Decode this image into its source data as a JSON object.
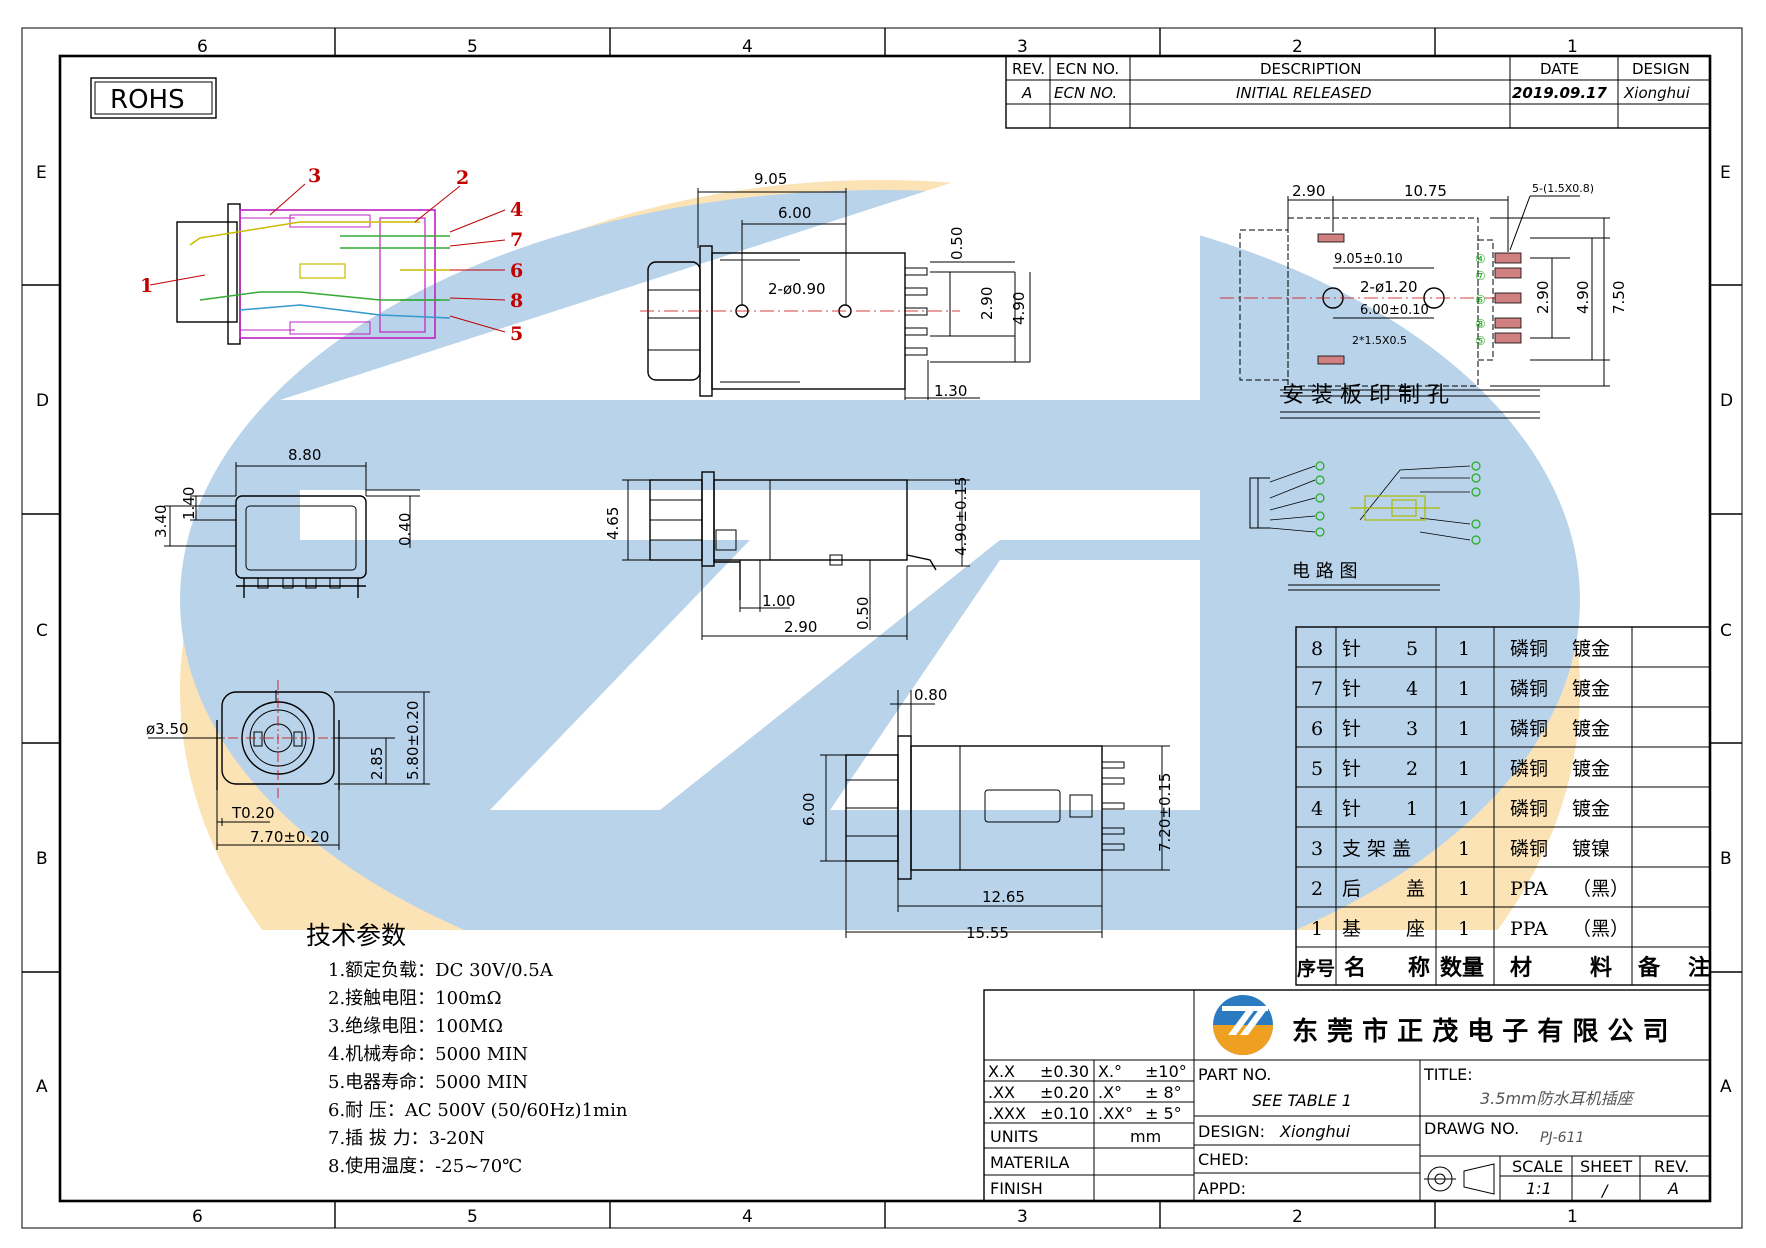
{
  "border": {
    "col_numbers_top": [
      "6",
      "5",
      "4",
      "3",
      "2",
      "1"
    ],
    "col_numbers_bottom": [
      "6",
      "5",
      "4",
      "3",
      "2",
      "1"
    ],
    "row_letters": [
      "E",
      "D",
      "C",
      "B",
      "A"
    ]
  },
  "rohs_label": "ROHS",
  "revision_table": {
    "headers": [
      "REV.",
      "ECN  NO.",
      "DESCRIPTION",
      "DATE",
      "DESIGN"
    ],
    "row": [
      "A",
      "ECN  NO.",
      "INITIAL  RELEASED",
      "2019.09.17",
      "Xionghui"
    ]
  },
  "front_view": {
    "callouts": [
      "1",
      "2",
      "3",
      "4",
      "5",
      "6",
      "7",
      "8"
    ]
  },
  "dims": {
    "top_905": "9.05",
    "top_600": "6.00",
    "top_hole": "2-ø0.90",
    "top_050": "0.50",
    "top_290": "2.90",
    "top_490": "4.90",
    "top_130": "1.30",
    "pcb_290": "2.90",
    "pcb_1075": "10.75",
    "pcb_slots": "5-(1.5X0.8)",
    "pcb_905": "9.05±0.10",
    "pcb_hole": "2-ø1.20",
    "pcb_600": "6.00±0.10",
    "pcb_slot2": "2*1.5X0.5",
    "pcb_r290": "2.90",
    "pcb_r490": "4.90",
    "pcb_750": "7.50",
    "end_880": "8.80",
    "end_340": "3.40",
    "end_140": "1.40",
    "end_040": "0.40",
    "side_465": "4.65",
    "side_490": "4.90±0.15",
    "side_100": "1.00",
    "side_290": "2.90",
    "side_050": "0.50",
    "face_350": "ø3.50",
    "face_285": "2.85",
    "face_580": "5.80±0.20",
    "face_020": "T0.20",
    "face_770": "7.70±0.20",
    "bot_080": "0.80",
    "bot_600": "6.00",
    "bot_720": "7.20±0.15",
    "bot_1265": "12.65",
    "bot_1555": "15.55"
  },
  "pcb_title": "安 装 板 印 制 孔",
  "circuit_title": "电   路   图",
  "pin_numbers_pcb": [
    "④",
    "⑦",
    "⑥",
    "⑧",
    "⑤"
  ],
  "bom": {
    "rows": [
      [
        "8",
        "针",
        "5",
        "1",
        "磷铜",
        "镀金"
      ],
      [
        "7",
        "针",
        "4",
        "1",
        "磷铜",
        "镀金"
      ],
      [
        "6",
        "针",
        "3",
        "1",
        "磷铜",
        "镀金"
      ],
      [
        "5",
        "针",
        "2",
        "1",
        "磷铜",
        "镀金"
      ],
      [
        "4",
        "针",
        "1",
        "1",
        "磷铜",
        "镀金"
      ],
      [
        "3",
        "支 架 盖",
        "",
        "1",
        "磷铜",
        "镀镍"
      ],
      [
        "2",
        "后",
        "盖",
        "1",
        "PPA",
        "（黑）"
      ],
      [
        "1",
        "基",
        "座",
        "1",
        "PPA",
        "（黑）"
      ]
    ],
    "header": [
      "序号",
      "名",
      "称",
      "数量",
      "材",
      "料",
      "备",
      "注"
    ]
  },
  "tech_params": {
    "title": "技术参数",
    "items": [
      "1.额定负载：DC 30V/0.5A",
      "2.接触电阻：100mΩ",
      "3.绝缘电阻：100MΩ",
      "4.机械寿命：5000 MIN",
      "5.电器寿命：5000 MIN",
      "6.耐   压：AC 500V (50/60Hz)1min",
      "7.插 拔 力：3-20N",
      "8.使用温度：-25~70℃"
    ]
  },
  "title_block": {
    "company": "东 莞 市 正 茂 电 子 有 限 公 司",
    "tol": [
      [
        "X.X",
        "±0.30",
        "X.°",
        "±10°"
      ],
      [
        ".XX",
        "±0.20",
        ".X°",
        "±  8°"
      ],
      [
        ".XXX",
        "±0.10",
        ".XX°",
        "±  5°"
      ]
    ],
    "units_label": "UNITS",
    "units_value": "mm",
    "materila_label": "MATERILA",
    "finish_label": "FINISH",
    "part_no_label": "PART  NO.",
    "part_no_value": "SEE  TABLE  1",
    "design_label": "DESIGN:",
    "design_value": "Xionghui",
    "ched_label": "CHED:",
    "appd_label": "APPD:",
    "title_label": "TITLE:",
    "title_value": "3.5mm防水耳机插座",
    "drawg_label": "DRAWG  NO.",
    "drawg_value": "PJ-611",
    "scale_label": "SCALE",
    "scale_value": "1:1",
    "sheet_label": "SHEET",
    "sheet_value": "/",
    "rev_label": "REV.",
    "rev_value": "A"
  },
  "colors": {
    "watermark_blue": "#b9d3ea",
    "watermark_orange": "#fbe3b6",
    "callout_red": "#c00000",
    "housing_magenta": "#c020c0",
    "contact_green": "#33aa33",
    "contact_yellow": "#ccbb00"
  }
}
